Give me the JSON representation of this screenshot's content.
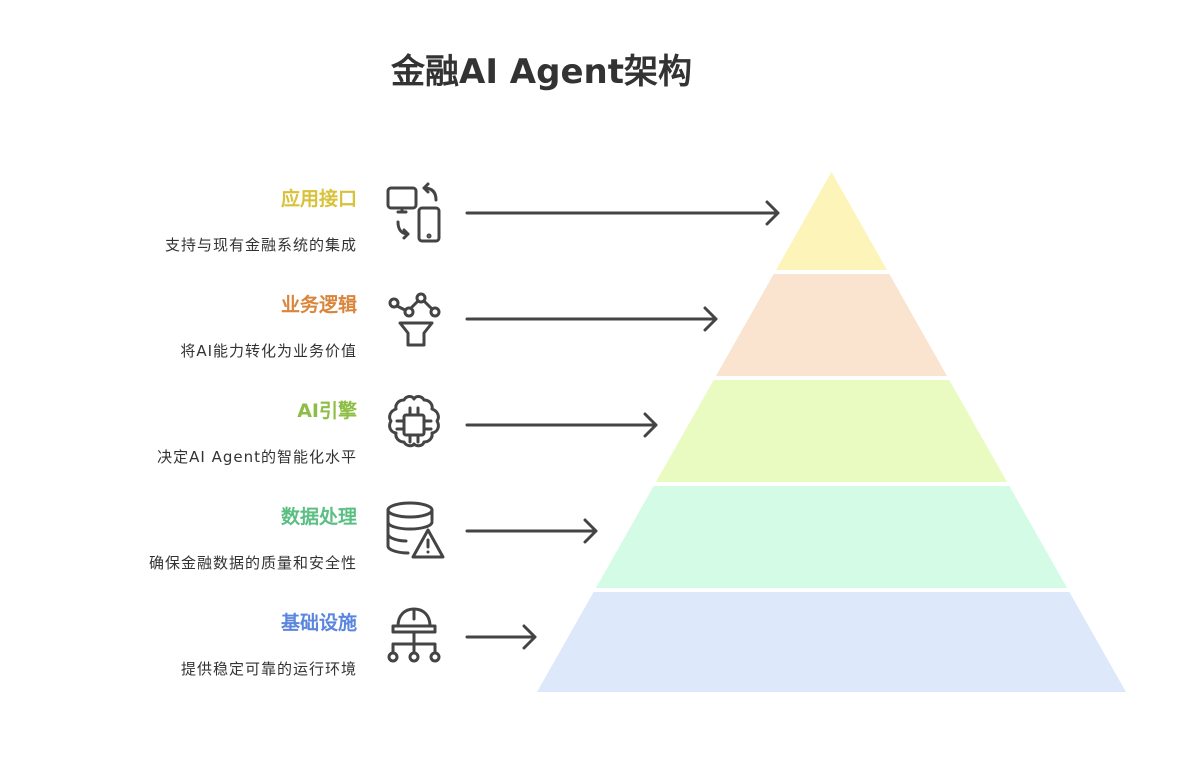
{
  "title": "金融AI Agent架构",
  "layers": [
    {
      "label": "应用接口",
      "desc": "支持与现有金融系统的集成",
      "color": "#d8c23a",
      "fill": "#fcf4b8",
      "icon": "devices-sync-icon"
    },
    {
      "label": "业务逻辑",
      "desc": "将AI能力转化为业务价值",
      "color": "#d9853b",
      "fill": "#fae4cf",
      "icon": "funnel-network-icon"
    },
    {
      "label": "AI引擎",
      "desc": "决定AI Agent的智能化水平",
      "color": "#8dbd45",
      "fill": "#e9fbc0",
      "icon": "brain-chip-icon"
    },
    {
      "label": "数据处理",
      "desc": "确保金融数据的质量和安全性",
      "color": "#5bbf84",
      "fill": "#d4fbe5",
      "icon": "database-warning-icon"
    },
    {
      "label": "基础设施",
      "desc": "提供稳定可靠的运行环境",
      "color": "#5b86df",
      "fill": "#dee8fb",
      "icon": "helmet-network-icon"
    }
  ]
}
